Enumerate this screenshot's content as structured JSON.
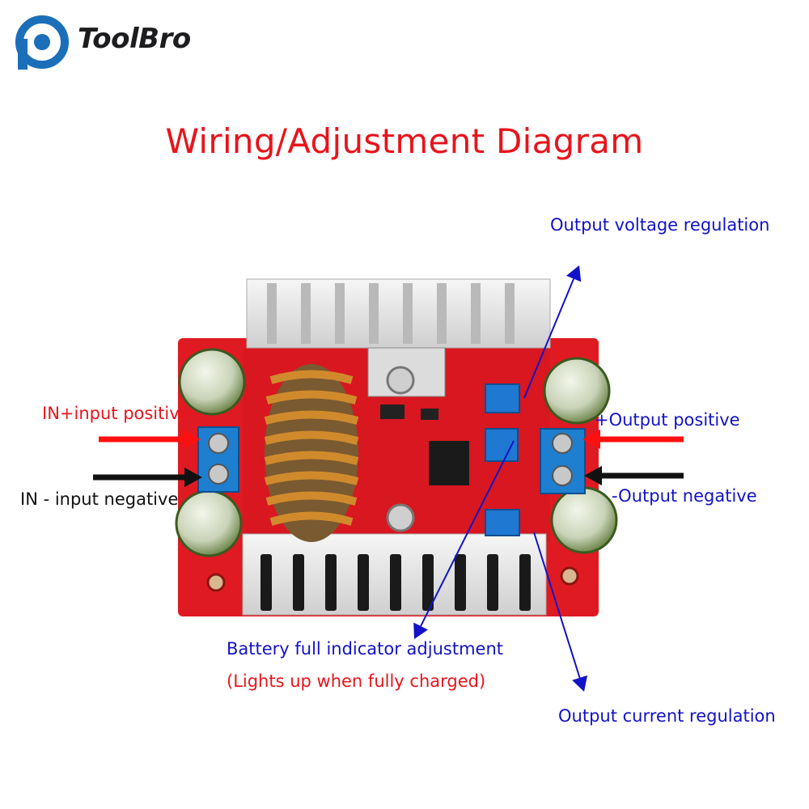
{
  "brand": {
    "name": "ToolBro"
  },
  "title": "Wiring/Adjustment Diagram",
  "labels": {
    "output_voltage": "Output voltage regulation",
    "in_positive": "IN+input positive",
    "in_negative": "IN - input negative",
    "out_positive": "+Output positive",
    "out_negative": "-Output negative",
    "battery_full": "Battery full indicator adjustment",
    "battery_full_note": "(Lights up when fully charged)",
    "output_current": "Output current regulation"
  },
  "colors": {
    "title_red": "#e8141c",
    "callout_blue": "#1212c8",
    "arrow_red": "#ff1010",
    "arrow_black": "#111111",
    "pcb_red": "#e01a22",
    "terminal_blue": "#1e7fd0",
    "heatsink": "#e4e4e4",
    "copper_coil": "#c9852a"
  },
  "icons": [
    "toolbro-logo-icon",
    "arrow-icon"
  ]
}
